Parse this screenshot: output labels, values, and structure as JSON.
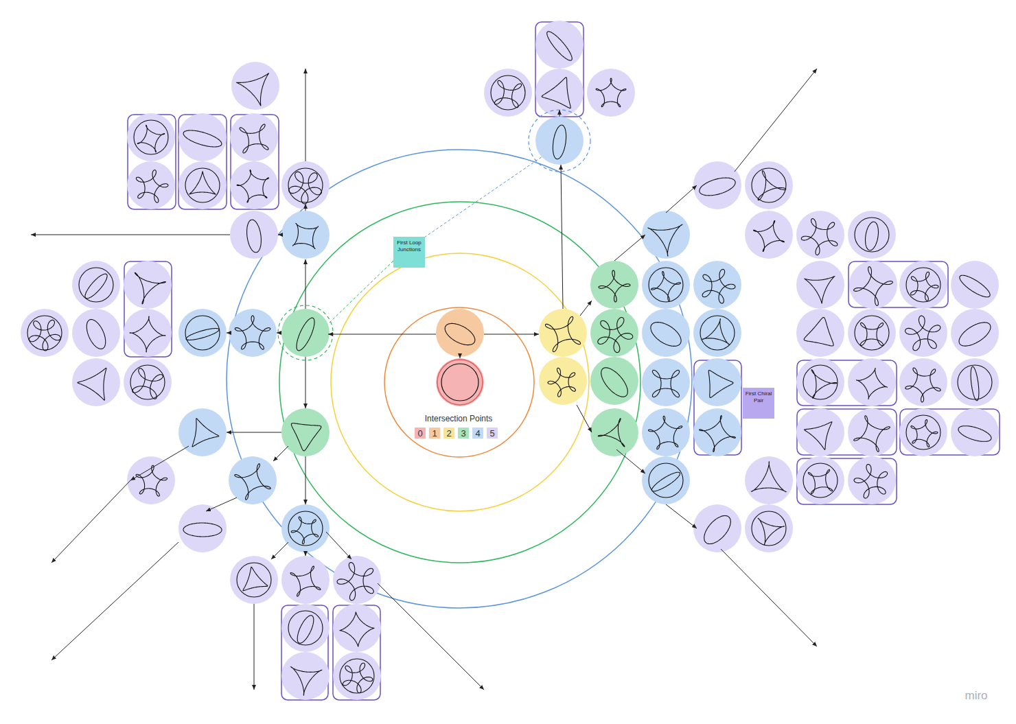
{
  "diagram": {
    "nodes": [
      {
        "text": [
          "First Loop Junctions"
        ]
      },
      {
        "text": [
          "First Chiral Pair"
        ]
      }
    ],
    "labels": [
      "Intersection Points",
      "miro"
    ],
    "legend": [
      {
        "text": "0",
        "color": "#f6b3b3"
      },
      {
        "text": "1",
        "color": "#f6c9a0"
      },
      {
        "text": "2",
        "color": "#f7e49a"
      },
      {
        "text": "3",
        "color": "#a9e3bd"
      },
      {
        "text": "4",
        "color": "#c2d9f5"
      },
      {
        "text": "5",
        "color": "#d8d3f6"
      }
    ]
  }
}
